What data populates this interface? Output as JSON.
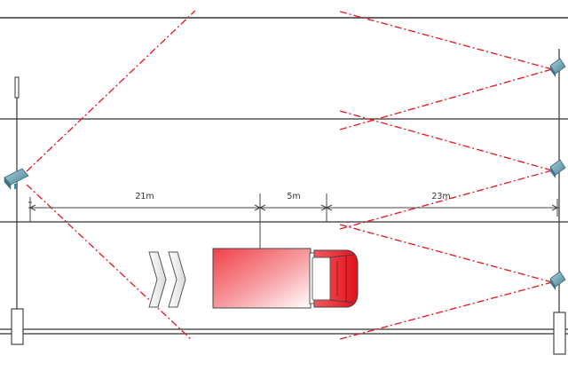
{
  "dimensions": {
    "first_gap": "21m",
    "vehicle_gap": "5m",
    "second_gap": "23m"
  },
  "colors": {
    "beam": "#e8202a",
    "road_line": "#333333",
    "truck_red": "#e8101a",
    "camera_body": "#6fa3b4"
  },
  "icons": {
    "left_camera": "surveillance-camera-icon",
    "right_cameras": "surveillance-camera-icon",
    "direction_arrows": "chevron-right-icon"
  }
}
